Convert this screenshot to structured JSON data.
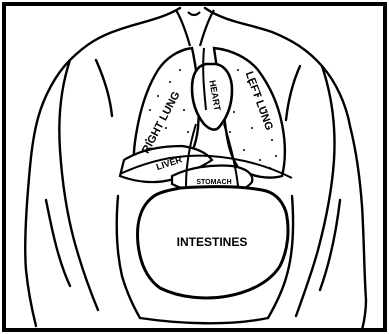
{
  "colors": {
    "ink": "#000000",
    "paper": "#ffffff"
  },
  "labels": {
    "right_lung": "RIGHT LUNG",
    "left_lung": "LEFT LUNG",
    "heart": "HEART",
    "liver": "LIVER",
    "stomach": "STOMACH",
    "intestines": "INTESTINES"
  }
}
